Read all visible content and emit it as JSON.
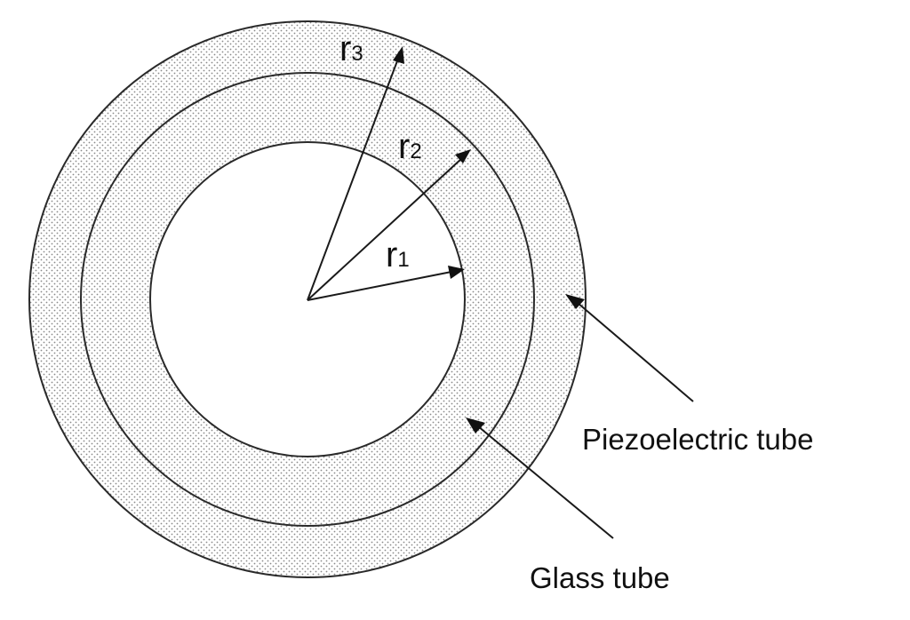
{
  "labels": {
    "r3": {
      "base": "r",
      "sub": "3"
    },
    "r2": {
      "base": "r",
      "sub": "2"
    },
    "r1": {
      "base": "r",
      "sub": "1"
    },
    "piezoelectric": "Piezoelectric tube",
    "glass": "Glass tube"
  },
  "colors": {
    "stroke": "#2a2a2a",
    "dot": "#8a8a8a",
    "background": "#ffffff",
    "inner": "#ffffff"
  }
}
